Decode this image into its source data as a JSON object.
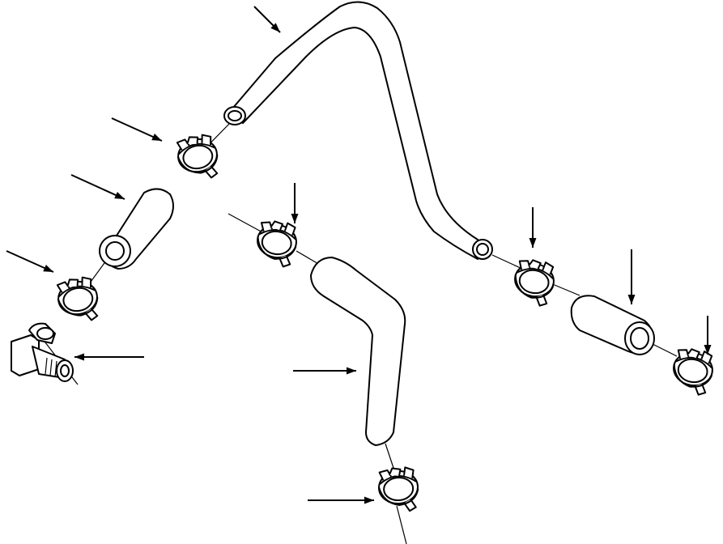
{
  "diagram": {
    "type": "exploded-parts-view",
    "parts": [
      {
        "id": "upper-bent-hose",
        "kind": "hose",
        "icon": "bent-hose-icon"
      },
      {
        "id": "lower-bent-hose",
        "kind": "hose",
        "icon": "bent-hose-icon"
      },
      {
        "id": "left-straight-hose",
        "kind": "hose",
        "icon": "straight-hose-icon"
      },
      {
        "id": "right-straight-hose",
        "kind": "hose",
        "icon": "straight-hose-icon"
      },
      {
        "id": "elbow-fitting",
        "kind": "fitting",
        "icon": "elbow-fitting-icon"
      },
      {
        "id": "clamp-1",
        "kind": "clamp",
        "icon": "hose-clamp-icon"
      },
      {
        "id": "clamp-2",
        "kind": "clamp",
        "icon": "hose-clamp-icon"
      },
      {
        "id": "clamp-3",
        "kind": "clamp",
        "icon": "hose-clamp-icon"
      },
      {
        "id": "clamp-4",
        "kind": "clamp",
        "icon": "hose-clamp-icon"
      },
      {
        "id": "clamp-5",
        "kind": "clamp",
        "icon": "hose-clamp-icon"
      },
      {
        "id": "clamp-6",
        "kind": "clamp",
        "icon": "hose-clamp-icon"
      }
    ],
    "callout_arrows": 11,
    "line_color": "#000000",
    "background": "#ffffff"
  }
}
